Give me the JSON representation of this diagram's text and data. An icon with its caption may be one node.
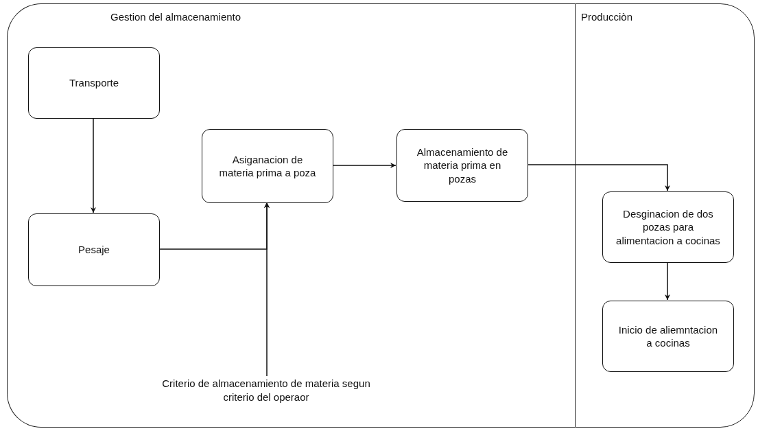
{
  "diagram": {
    "nodes": [
      {
        "text": [
          "Gestion del almacenamiento"
        ]
      },
      {
        "text": [
          "Producciòn"
        ]
      },
      {
        "text": [
          "Transporte"
        ],
        "in": 0
      },
      {
        "text": [
          "Pesaje"
        ],
        "in": 0
      },
      {
        "text": [
          "Asiganacion de materia prima a poza"
        ],
        "in": 0
      },
      {
        "text": [
          "Almacenamiento de materia prima en pozas"
        ],
        "in": 0
      },
      {
        "text": [
          "Desginacion de dos pozas para alimentacion a cocinas"
        ],
        "in": 1
      },
      {
        "text": [
          "Inicio de aliemntacion a cocinas"
        ],
        "in": 1
      },
      {
        "text": [
          "Criterio de almacenamiento de materia segun criterio del operaor"
        ],
        "in": 0
      }
    ],
    "edges": [
      {
        "from": 2,
        "to": 3,
        "arrow": "to"
      },
      {
        "from": 3,
        "to": 4,
        "arrow": "to"
      },
      {
        "from": 8,
        "to": 4,
        "arrow": "to"
      },
      {
        "from": 4,
        "to": 5,
        "arrow": "to"
      },
      {
        "from": 5,
        "to": 6,
        "arrow": "to"
      },
      {
        "from": 6,
        "to": 7,
        "arrow": "to"
      }
    ]
  }
}
